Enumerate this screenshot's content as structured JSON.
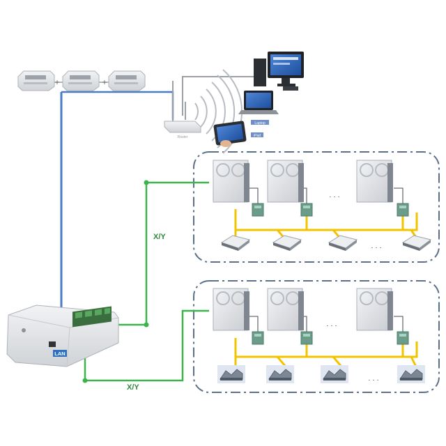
{
  "labels": {
    "lan": "LAN",
    "xy_upper": "X/Y",
    "xy_lower": "X/Y",
    "ellipsis": "· · ·",
    "router_caption": "Router",
    "laptop_caption": "Laptop",
    "pad_caption": "iPad"
  },
  "icons": {
    "expansion_modules": [
      "din-module-icon",
      "din-module-icon",
      "din-module-icon"
    ],
    "plus_sign": "+",
    "desktop": "desktop-pc-icon",
    "router": "wifi-router-icon",
    "laptop": "laptop-icon",
    "tablet": "tablet-icon",
    "gateway": "gateway-controller-icon",
    "outdoor_unit": "vrf-outdoor-unit-icon",
    "adapter": "interface-module-icon",
    "cassette": "cassette-indoor-unit-icon",
    "duct": "duct-indoor-unit-icon"
  },
  "colors": {
    "lan_line": "#4a7cc4",
    "gray_line": "#9aa0a6",
    "xy_line": "#3cb44b",
    "refrigerant_line": "#f2c400",
    "group_border": "#5b6f8a",
    "lan_tag": "#2f6fbf",
    "wifi_arcs": "#b8bcc2"
  }
}
